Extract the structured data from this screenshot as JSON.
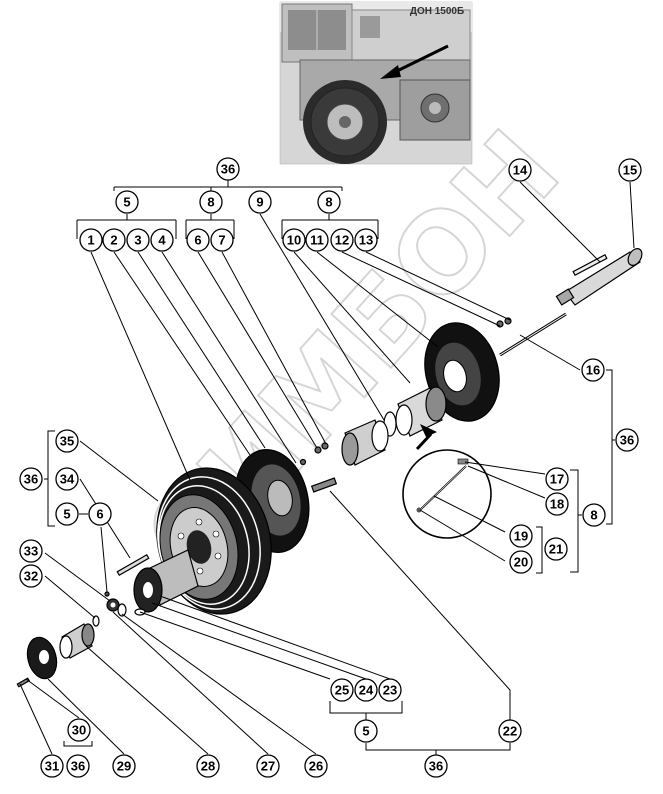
{
  "photo": {
    "brand_text": "ДОН 1500Б",
    "icon": "combine-harvester-photo"
  },
  "watermark": {
    "text": "СИМБОН"
  },
  "callouts": {
    "c36_top": "36",
    "c5_top": "5",
    "c8_left": "8",
    "c9": "9",
    "c8_right": "8",
    "c14": "14",
    "c15": "15",
    "c1": "1",
    "c2": "2",
    "c3": "3",
    "c4": "4",
    "c6_top": "6",
    "c7": "7",
    "c10": "10",
    "c11": "11",
    "c12": "12",
    "c13": "13",
    "c16": "16",
    "c36_right": "36",
    "c17": "17",
    "c18": "18",
    "c8_side": "8",
    "c19": "19",
    "c20": "20",
    "c21": "21",
    "c35": "35",
    "c36_left": "36",
    "c34": "34",
    "c5_left": "5",
    "c6_left": "6",
    "c33": "33",
    "c32": "32",
    "c25": "25",
    "c24": "24",
    "c23": "23",
    "c5_bottom": "5",
    "c22": "22",
    "c36_bottom_right": "36",
    "c30": "30",
    "c31": "31",
    "c36_bottom_left": "36",
    "c29": "29",
    "c28": "28",
    "c27": "27",
    "c26": "26"
  }
}
